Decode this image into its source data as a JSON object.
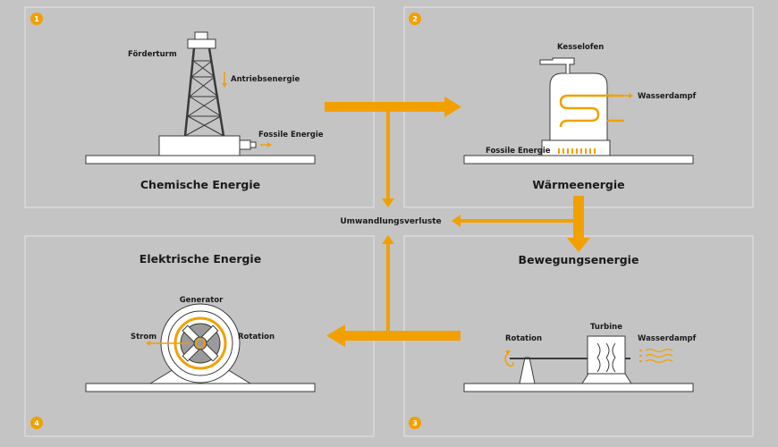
{
  "colors": {
    "background": "#c4c4c4",
    "panel_border": "#dedede",
    "accent": "#f2a000",
    "structure_fill": "#ffffff",
    "structure_stroke": "#3a3a3a",
    "text": "#1a1a1a"
  },
  "center_label": "Umwandlungsverluste",
  "panels": [
    {
      "number": "1",
      "title": "Chemische Energie",
      "labels": {
        "tower": "Förderturm",
        "drive": "Antriebsenergie",
        "fuel": "Fossile Energie"
      }
    },
    {
      "number": "2",
      "title": "Wärmeenergie",
      "labels": {
        "boiler": "Kesselofen",
        "steam": "Wasserdampf",
        "fuel": "Fossile Energie"
      }
    },
    {
      "number": "3",
      "title": "Bewegungsenergie",
      "labels": {
        "rotation": "Rotation",
        "turbine": "Turbine",
        "steam": "Wasserdampf"
      }
    },
    {
      "number": "4",
      "title": "Elektrische Energie",
      "labels": {
        "generator": "Generator",
        "current": "Strom",
        "rotation": "Rotation"
      }
    }
  ]
}
